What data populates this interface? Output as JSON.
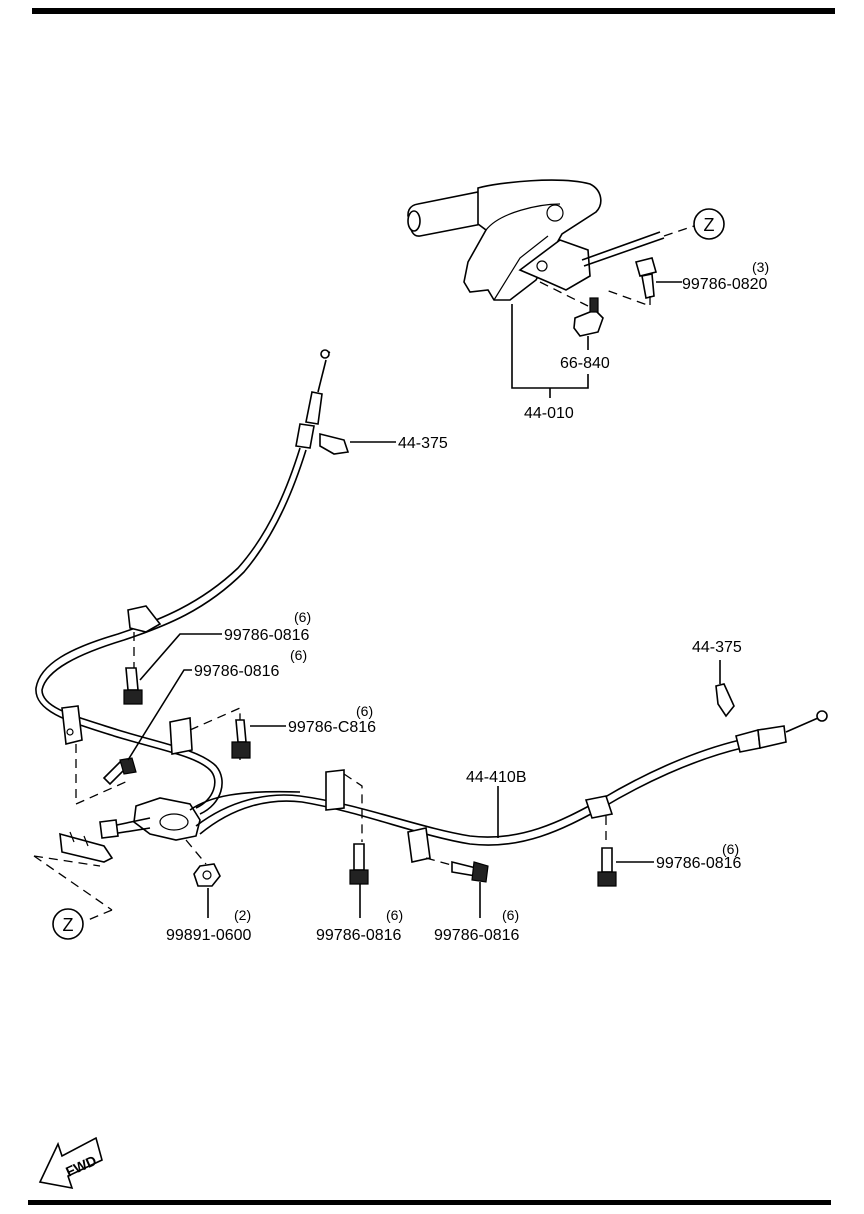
{
  "parts": {
    "lever_assembly": "44-010",
    "switch": "66-840",
    "lever_bolt": {
      "number": "99786-0820",
      "qty": "(3)"
    },
    "front_cable_clip": "44-375",
    "rear_cable": "44-410B",
    "rear_cable_clip": "44-375",
    "bolt_a": {
      "number": "99786-0816",
      "qty": "(6)"
    },
    "bolt_b": {
      "number": "99786-0816",
      "qty": "(6)"
    },
    "bolt_c": {
      "number": "99786-C816",
      "qty": "(6)"
    },
    "bolt_d": {
      "number": "99786-0816",
      "qty": "(6)"
    },
    "bolt_e": {
      "number": "99786-0816",
      "qty": "(6)"
    },
    "bolt_f": {
      "number": "99786-0816",
      "qty": "(6)"
    },
    "nut": {
      "number": "99891-0600",
      "qty": "(2)"
    }
  },
  "callouts": {
    "top": "Z",
    "bottom": "Z"
  },
  "fwd_label": "FWD"
}
